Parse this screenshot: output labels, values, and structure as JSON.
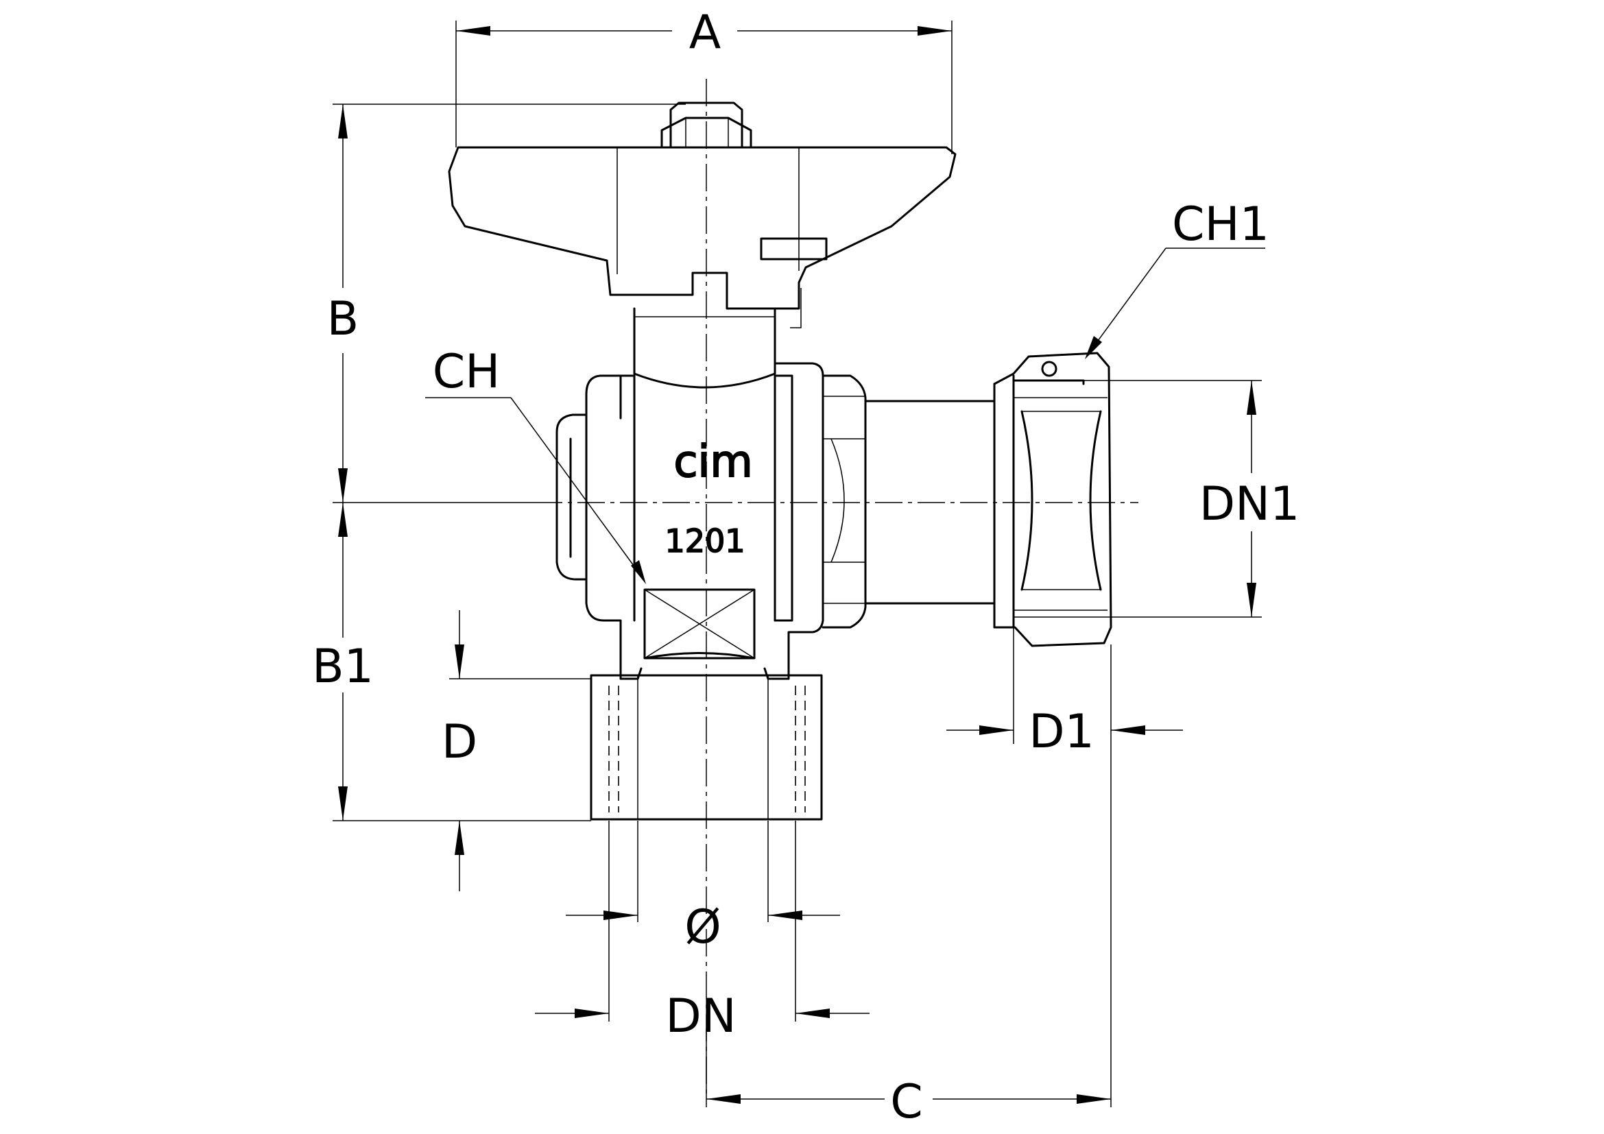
{
  "labels": {
    "A": "A",
    "B": "B",
    "B1": "B1",
    "C": "C",
    "CH": "CH",
    "CH1": "CH1",
    "D": "D",
    "D1": "D1",
    "DN": "DN",
    "DN1": "DN1",
    "diameter": "Ø"
  },
  "body_marking": {
    "brand": "cim",
    "code": "1201"
  }
}
